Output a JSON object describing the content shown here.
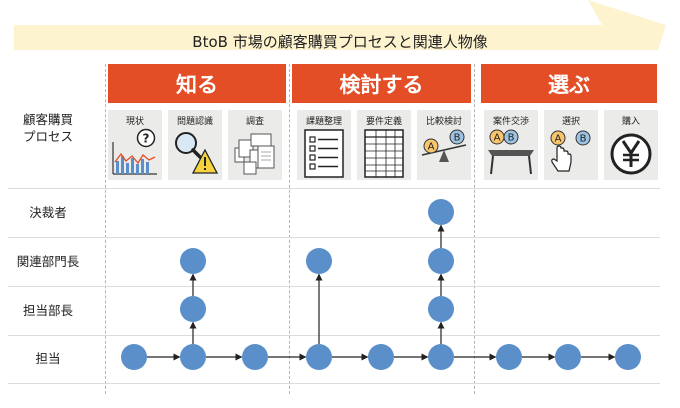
{
  "title": "BtoB 市場の顧客購買プロセスと関連人物像",
  "phases": [
    {
      "label": "知る"
    },
    {
      "label": "検討する"
    },
    {
      "label": "選ぶ"
    }
  ],
  "row_labels": {
    "process": "顧客購買\nプロセス",
    "decision_maker": "決裁者",
    "dept_manager": "関連部門長",
    "section_manager": "担当部長",
    "staff": "担当"
  },
  "steps": [
    {
      "label": "現状",
      "icon": "bar-chart-question-icon"
    },
    {
      "label": "問題認識",
      "icon": "magnifier-warning-icon"
    },
    {
      "label": "調査",
      "icon": "documents-icon"
    },
    {
      "label": "課題整理",
      "icon": "checklist-icon"
    },
    {
      "label": "要件定義",
      "icon": "spreadsheet-icon"
    },
    {
      "label": "比較検討",
      "icon": "balance-scale-ab-icon"
    },
    {
      "label": "案件交渉",
      "icon": "meeting-table-ab-icon"
    },
    {
      "label": "選択",
      "icon": "hand-pointer-ab-icon"
    },
    {
      "label": "購入",
      "icon": "yen-coin-icon"
    }
  ],
  "flow": {
    "levels": [
      "staff",
      "section_manager",
      "dept_manager",
      "decision_maker"
    ],
    "nodes": [
      {
        "step": 0,
        "level": 0
      },
      {
        "step": 1,
        "level": 0
      },
      {
        "step": 1,
        "level": 1
      },
      {
        "step": 1,
        "level": 2
      },
      {
        "step": 2,
        "level": 0
      },
      {
        "step": 3,
        "level": 0
      },
      {
        "step": 3,
        "level": 2
      },
      {
        "step": 4,
        "level": 0
      },
      {
        "step": 5,
        "level": 0
      },
      {
        "step": 5,
        "level": 1
      },
      {
        "step": 5,
        "level": 2
      },
      {
        "step": 5,
        "level": 3
      },
      {
        "step": 6,
        "level": 0
      },
      {
        "step": 7,
        "level": 0
      },
      {
        "step": 8,
        "level": 0
      }
    ],
    "edges": [
      {
        "from": 0,
        "to": 1
      },
      {
        "from": 1,
        "to": 4
      },
      {
        "from": 4,
        "to": 5
      },
      {
        "from": 5,
        "to": 7
      },
      {
        "from": 7,
        "to": 8
      },
      {
        "from": 8,
        "to": 12
      },
      {
        "from": 12,
        "to": 13
      },
      {
        "from": 13,
        "to": 14
      },
      {
        "from": 1,
        "to": 2
      },
      {
        "from": 2,
        "to": 3
      },
      {
        "from": 5,
        "to": 6
      },
      {
        "from": 8,
        "to": 9
      },
      {
        "from": 9,
        "to": 10
      },
      {
        "from": 10,
        "to": 11
      }
    ]
  },
  "colors": {
    "phase": "#e34e26",
    "node": "#5b8fc9",
    "banner": "#fdf3cf",
    "card": "#ebebe9",
    "ab_a": "#f6c56c",
    "ab_b": "#9cc3e4"
  }
}
